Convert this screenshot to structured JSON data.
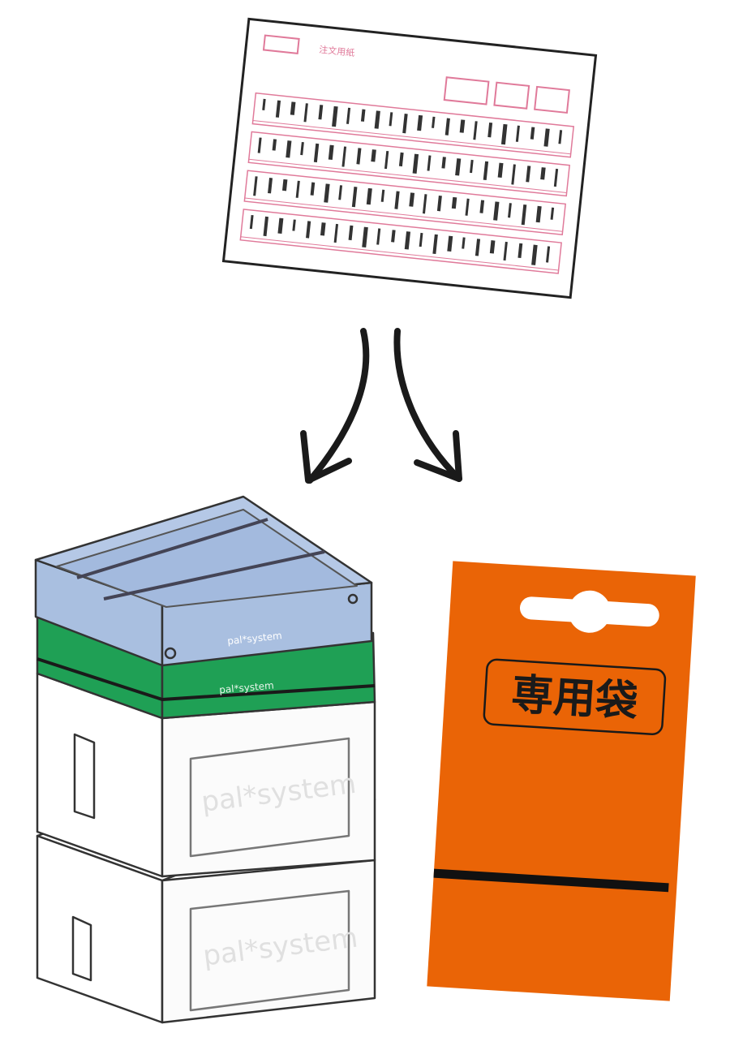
{
  "order_form": {
    "header_text": "注文用紙",
    "rows": 4
  },
  "containers": {
    "lid_logo": "pal*system",
    "band_logo": "pal*system",
    "box_logo_top": "pal*system",
    "box_logo_bottom": "pal*system",
    "lid_color": "#a9bfe0",
    "band_color": "#1fa055"
  },
  "bag": {
    "label": "専用袋",
    "color": "#ea6406"
  },
  "colors": {
    "form_pink": "#e07a9a",
    "arrow": "#1a1a1a",
    "outline": "#333333"
  }
}
